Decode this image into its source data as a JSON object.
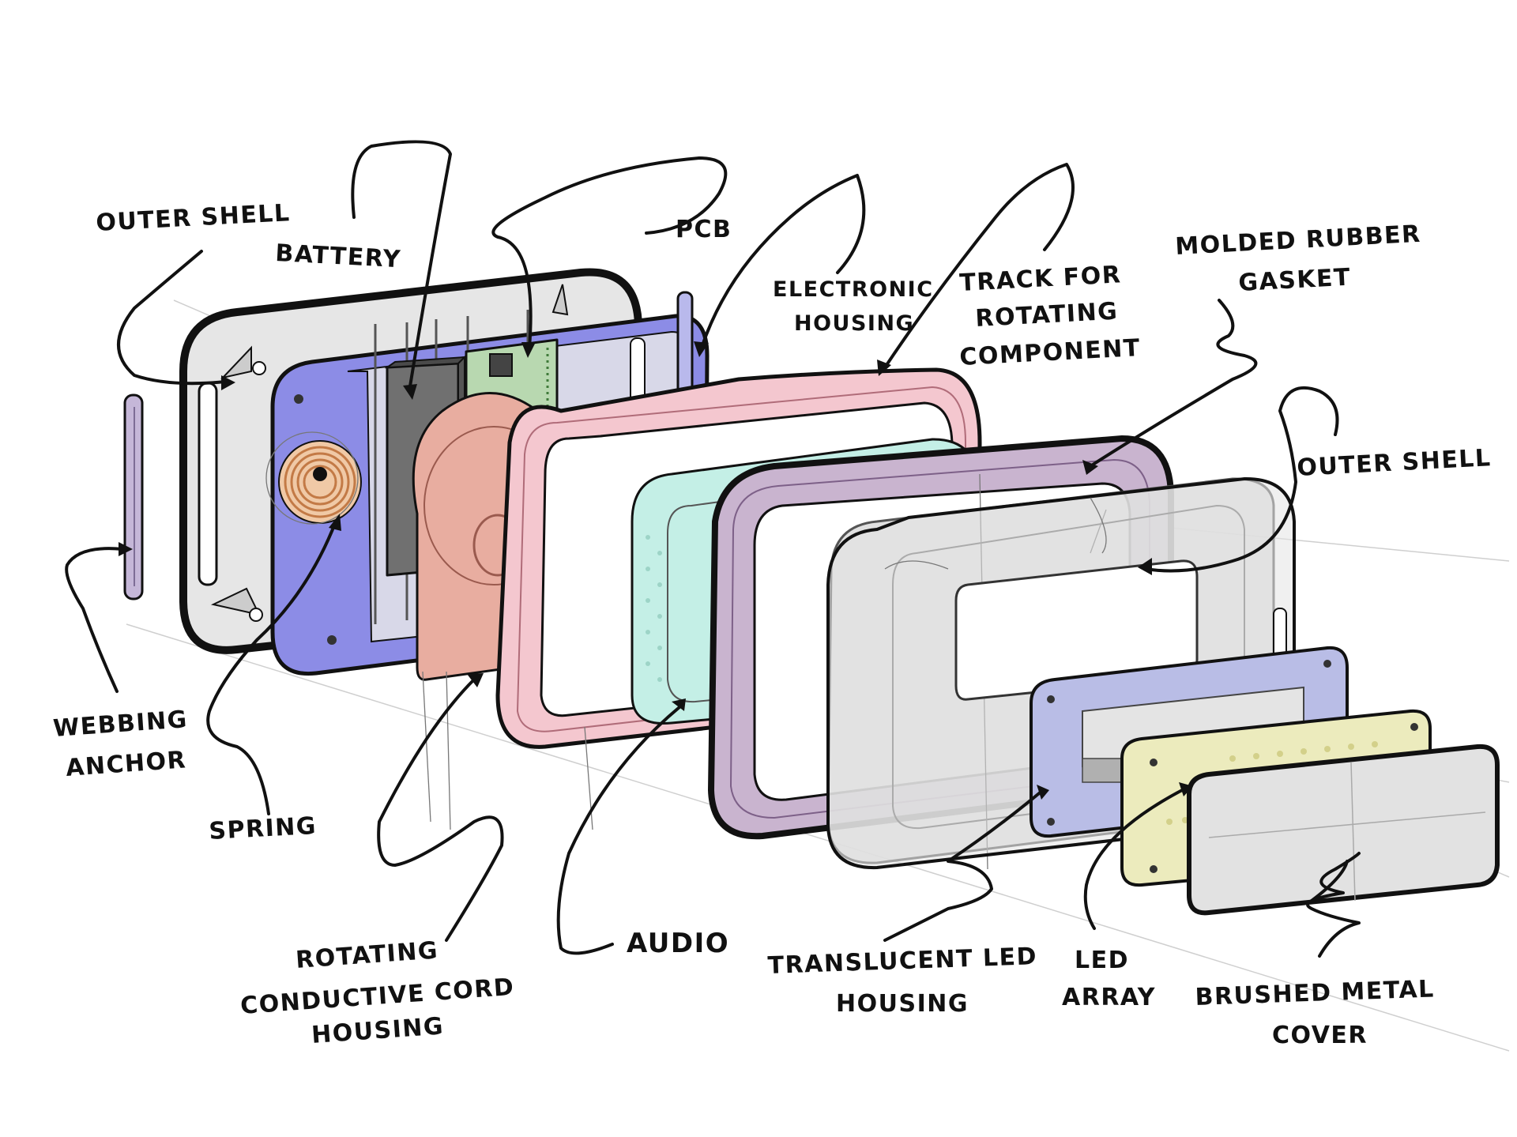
{
  "labels": {
    "outer_shell_back": "OUTER SHELL",
    "battery": "BATTERY",
    "pcb": "PCB",
    "electronic_housing_1": "ELECTRONIC",
    "electronic_housing_2": "HOUSING",
    "track_1": "TRACK FOR",
    "track_2": "ROTATING",
    "track_3": "COMPONENT",
    "gasket_1": "MOLDED RUBBER",
    "gasket_2": "GASKET",
    "outer_shell_front": "OUTER SHELL",
    "webbing_1": "WEBBING",
    "webbing_2": "ANCHOR",
    "spring": "SPRING",
    "rotating_1": "ROTATING",
    "rotating_2": "CONDUCTIVE CORD",
    "rotating_3": "HOUSING",
    "audio": "AUDIO",
    "translucent_1": "TRANSLUCENT LED",
    "translucent_2": "HOUSING",
    "led_1": "LED",
    "led_2": "ARRAY",
    "brushed_1": "BRUSHED METAL",
    "brushed_2": "COVER"
  },
  "colors": {
    "outline": "#111111",
    "outer_shell": "#e6e6e6",
    "electronic_housing": "#8c8ce6",
    "pcb": "#b8d8b0",
    "battery": "#707070",
    "spring": "#d99a6a",
    "cord_housing": "#e8ada0",
    "track": "#f4c7cf",
    "audio": "#c4efe6",
    "gasket": "#c9b4cf",
    "translucent": "#dadada",
    "led_housing": "#b9bde6",
    "led_array": "#ecebbd",
    "metal_cover": "#e2e2e2",
    "webbing": "#c5b7d8"
  }
}
